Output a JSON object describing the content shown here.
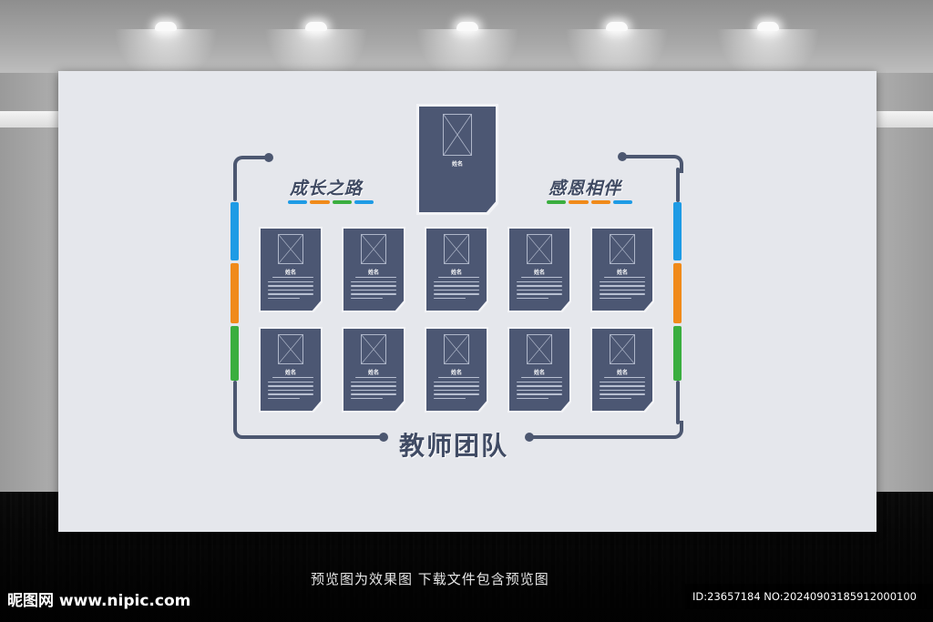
{
  "headings": {
    "left": "成长之路",
    "right": "感恩相伴",
    "bottom": "教师团队"
  },
  "accent_colors": {
    "blue": "#1e9be5",
    "orange": "#f08a1a",
    "green": "#3aae3f",
    "navy": "#4c5773"
  },
  "lead_card": {
    "name": "姓名"
  },
  "cards": [
    {
      "name": "姓名"
    },
    {
      "name": "姓名"
    },
    {
      "name": "姓名"
    },
    {
      "name": "姓名"
    },
    {
      "name": "姓名"
    },
    {
      "name": "姓名"
    },
    {
      "name": "姓名"
    },
    {
      "name": "姓名"
    },
    {
      "name": "姓名"
    },
    {
      "name": "姓名"
    }
  ],
  "watermark": {
    "logo": "昵图网 www.nipic.com",
    "caption": "预览图为效果图  下载文件包含预览图",
    "id": "ID:23657184 NO:20240903185912000100"
  }
}
